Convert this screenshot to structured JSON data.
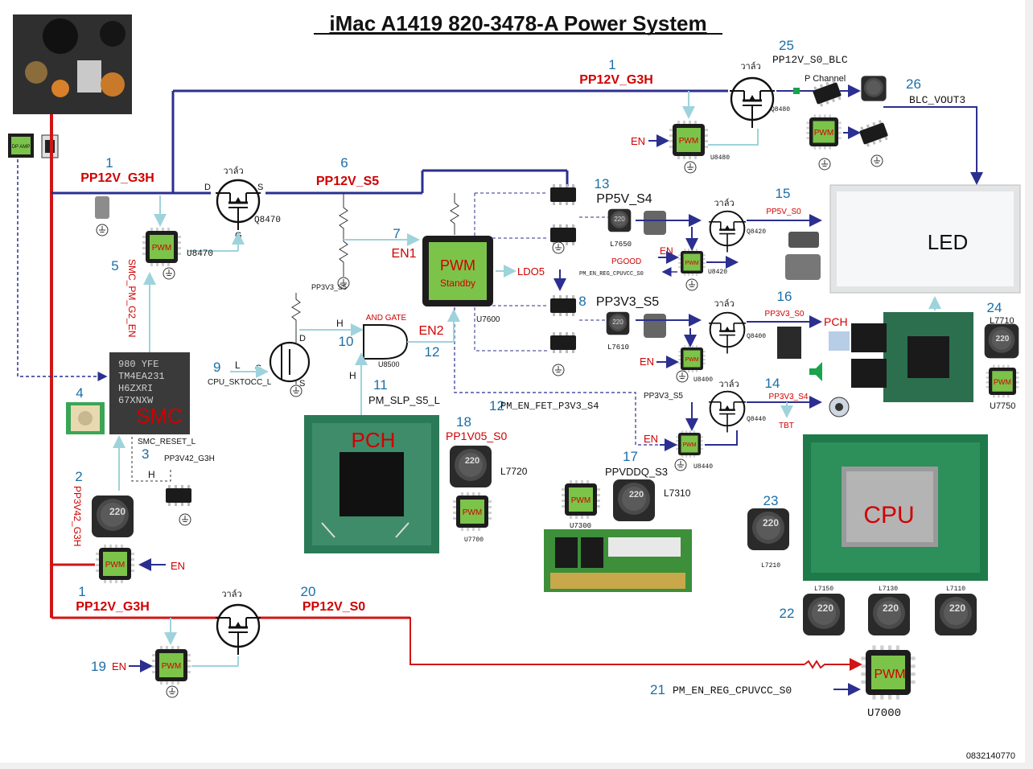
{
  "title": "iMac A1419 820-3478-A Power System",
  "footer_code": "0832140770",
  "rails": {
    "g3h_top": {
      "num": "1",
      "name": "PP12V_G3H"
    },
    "g3h_left": {
      "num": "1",
      "name": "PP12V_G3H"
    },
    "g3h_bottom": {
      "num": "1",
      "name": "PP12V_G3H"
    },
    "s5": {
      "num": "6",
      "name": "PP12V_S5"
    },
    "s0": {
      "num": "20",
      "name": "PP12V_S0"
    },
    "s0_blc": {
      "num": "25",
      "name": "PP12V_S0_BLC"
    },
    "blc_vout3": {
      "num": "26",
      "name": "BLC_VOUT3"
    },
    "pp5v_s4": {
      "num": "13",
      "name": "PP5V_S4"
    },
    "pp3v3_s5": {
      "num": "8",
      "name": "PP3V3_S5"
    },
    "pp5v_s0": {
      "num": "15",
      "name": "PP5V_S0"
    },
    "pp3v3_s0": {
      "num": "16",
      "name": "PP3V3_S0",
      "dest": "PCH"
    },
    "pp3v3_s4": {
      "num": "14",
      "name": "PP3V3_S4",
      "dest": "TBT"
    },
    "ppvddq": {
      "num": "17",
      "name": "PPVDDQ_S3"
    },
    "pp1v05": {
      "num": "18",
      "name": "PP1V05_S0"
    },
    "pp3v42": {
      "num": "2",
      "name": "PP3V42_G3H"
    }
  },
  "signals": {
    "smc_pm_g2_en": {
      "num": "5",
      "name": "SMC_PM_G2_EN"
    },
    "en1": {
      "num": "7",
      "name": "EN1"
    },
    "en2": {
      "num": "12",
      "name": "EN2"
    },
    "cpu_sktocc": {
      "num": "9",
      "name": "CPU_SKTOCC_L",
      "level": "L"
    },
    "and_gate": {
      "num": "10",
      "name": "AND GATE",
      "h1": "H",
      "h2": "H"
    },
    "pm_slp": {
      "num": "11",
      "name": "PM_SLP_S5_L"
    },
    "pm_en_fet": {
      "num": "12",
      "name": "PM_EN_FET_P3V3_S4"
    },
    "smc_reset": {
      "num": "3",
      "name": "SMC_RESET_L",
      "level": "H"
    },
    "reset_btn": {
      "num": "4"
    },
    "pm_en_reg_cpuvcc": {
      "num": "21",
      "name": "PM_EN_REG_CPUVCC_S0"
    },
    "pm_en_reg_small": "PM_EN_REG_CPUVCC_S0",
    "pgood": "PGOOD",
    "ldo5": "LDO5",
    "p_channel": "P Channel",
    "pp3v3_s5_small": "PP3V3_S5",
    "pp3v3_s5_label2": "PP3V3_S5",
    "pp3v42_label": "PP3V42_G3H",
    "en": "EN",
    "dpamp": "DP AMP",
    "en19": {
      "num": "19",
      "name": "EN"
    }
  },
  "mosfets": {
    "q8470": {
      "label": "Q8470",
      "gate": "G",
      "drain": "D",
      "source": "S",
      "valve": "วาล์ว"
    },
    "q8480": {
      "label": "Q8480",
      "valve": "วาล์ว"
    },
    "q8420": {
      "label": "Q8420",
      "valve": "วาล์ว"
    },
    "q8400": {
      "label": "Q8400",
      "valve": "วาล์ว"
    },
    "q8440": {
      "label": "Q8440",
      "valve": "วาล์ว"
    },
    "q_s0": {
      "valve": "วาล์ว"
    }
  },
  "chips": {
    "pwm": "PWM",
    "u8470": "U8470",
    "u8480": "U8480",
    "u8420": "U8420",
    "u8400": "U8400",
    "u8440": "U8440",
    "u7600": "U7600",
    "u8500": "U8500",
    "u7700": "U7700",
    "u7300": "U7300",
    "u7750": "U7750",
    "u7000": "U7000",
    "standby": "Standby",
    "smc": "SMC",
    "smc_marking": [
      "980 YFE",
      "TM4EA231",
      "H6ZXRI",
      "67XNXW"
    ],
    "pch": "PCH",
    "cpu": "CPU",
    "led": "LED"
  },
  "inductors": {
    "value": "220",
    "l7650": "L7650",
    "l7610": "L7610",
    "l7720": "L7720",
    "l7310": "L7310",
    "l7210": "L7210",
    "l7710": "L7710",
    "l7150": "L7150",
    "l7130": "L7130",
    "l7110": "L7110",
    "n22": "22",
    "n23": "23",
    "n24": "24"
  },
  "colors": {
    "rail_blue": "#2b2f8f",
    "rail_red": "#d01515",
    "signal_light": "#9ed3dc",
    "label_red": "#d00000",
    "num_blue": "#1a6ea8"
  }
}
